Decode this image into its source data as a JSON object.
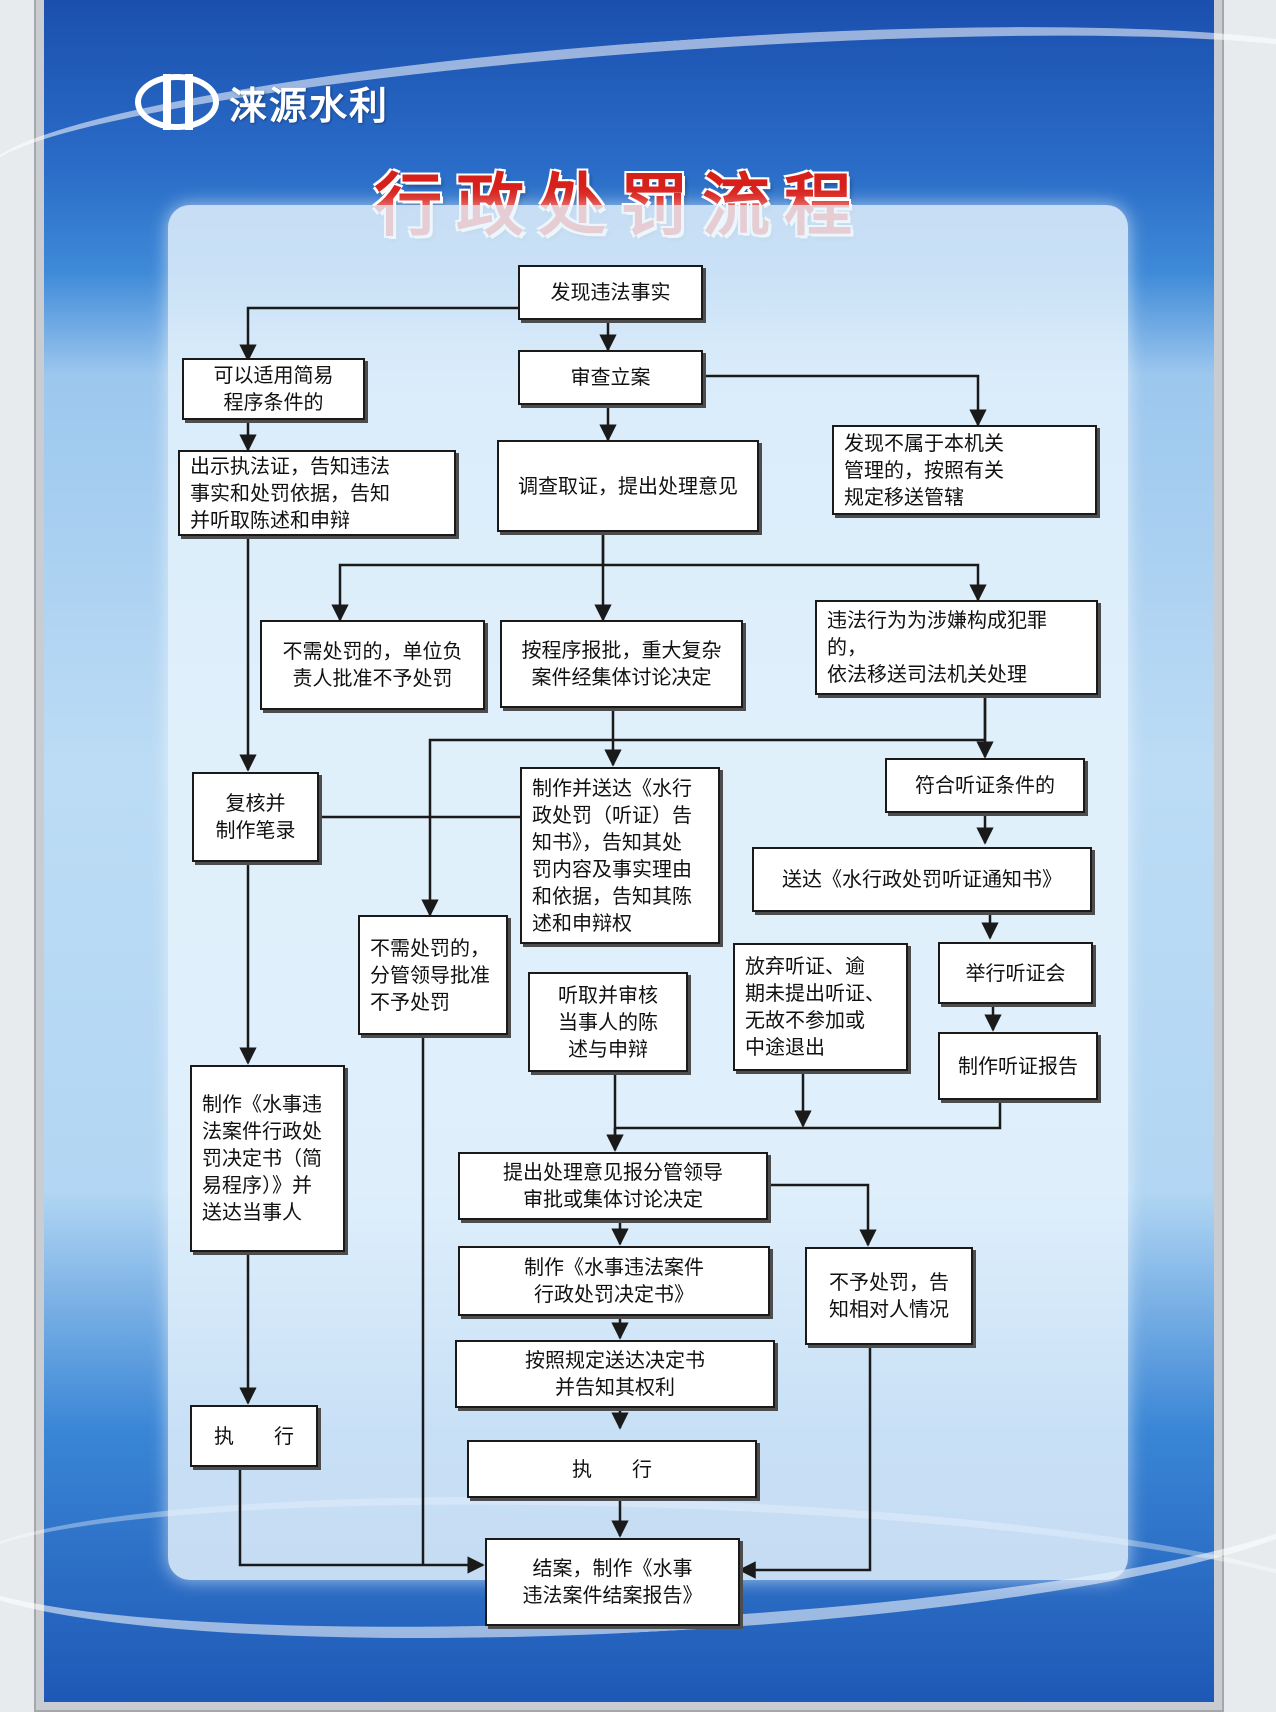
{
  "header": {
    "logo_text": "涞源水利",
    "title": "行政处罚流程"
  },
  "flow": {
    "n01": "发现违法事实",
    "n02": "可以适用简易\n程序条件的",
    "n03": "审查立案",
    "n04": "出示执法证，告知违法\n事实和处罚依据，告知\n并听取陈述和申辩",
    "n05": "调查取证，提出处理意见",
    "n06": "发现不属于本机关\n管理的，按照有关\n规定移送管辖",
    "n07": "不需处罚的，单位负\n责人批准不予处罚",
    "n08": "按程序报批，重大复杂\n案件经集体讨论决定",
    "n09": "违法行为为涉嫌构成犯罪的，\n依法移送司法机关处理",
    "n10": "复核并\n制作笔录",
    "n11": "制作并送达《水行\n政处罚（听证）告\n知书》，告知其处\n罚内容及事实理由\n和依据，告知其陈\n述和申辩权",
    "n12": "符合听证条件的",
    "n13": "送达《水行政处罚听证通知书》",
    "n14": "不需处罚的，\n分管领导批准\n不予处罚",
    "n15": "听取并审核\n当事人的陈\n述与申辩",
    "n16": "放弃听证、逾\n期未提出听证、\n无故不参加或\n中途退出",
    "n17": "举行听证会",
    "n18": "制作听证报告",
    "n19": "制作《水事违\n法案件行政处\n罚决定书（简\n易程序）》并\n送达当事人",
    "n20": "提出处理意见报分管领导\n审批或集体讨论决定",
    "n21": "制作《水事违法案件\n行政处罚决定书》",
    "n22": "不予处罚，告\n知相对人情况",
    "n23": "按照规定送达决定书\n并告知其权利",
    "n24": "执　　行",
    "n25": "执　　行",
    "n26": "结案，制作《水事\n违法案件结案报告》"
  }
}
